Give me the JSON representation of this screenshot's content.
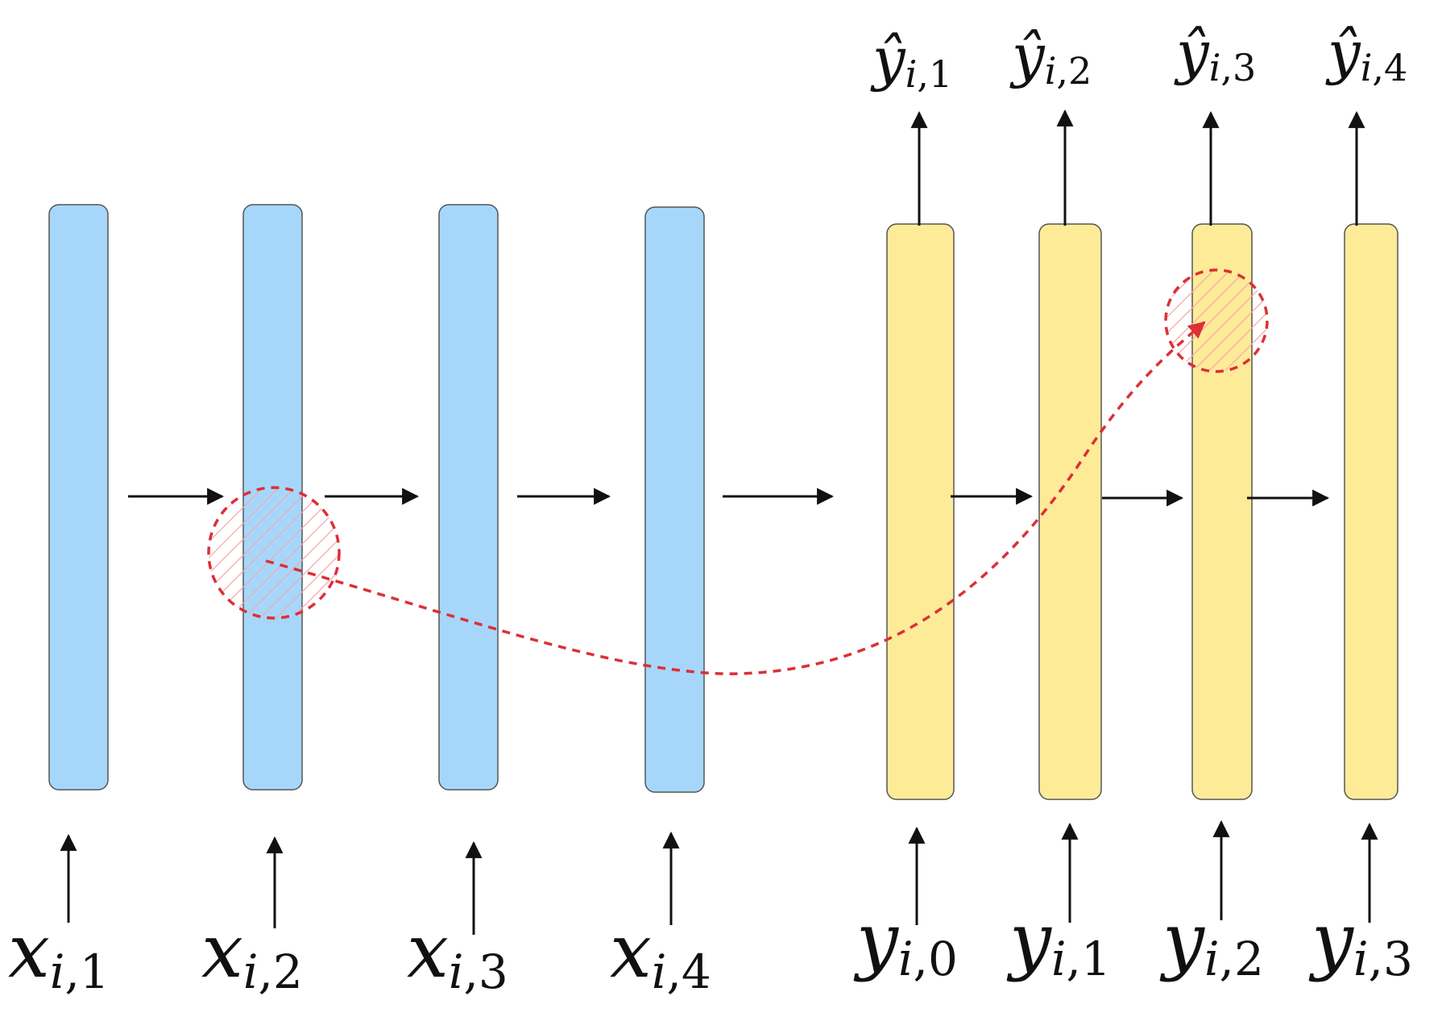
{
  "colors": {
    "encoder_fill": "#a6d7fb",
    "decoder_fill": "#fdeb98",
    "box_stroke": "#555555",
    "arrow": "#111111",
    "attention": "#dc2f36",
    "hatch": "#f3a9ad"
  },
  "encoder": {
    "inputs": [
      {
        "base": "x",
        "sub_i": "i",
        "sub_n": ",1"
      },
      {
        "base": "x",
        "sub_i": "i",
        "sub_n": ",2"
      },
      {
        "base": "x",
        "sub_i": "i",
        "sub_n": ",3"
      },
      {
        "base": "x",
        "sub_i": "i",
        "sub_n": ",4"
      }
    ]
  },
  "decoder": {
    "inputs": [
      {
        "base": "y",
        "sub_i": "i",
        "sub_n": ",0"
      },
      {
        "base": "y",
        "sub_i": "i",
        "sub_n": ",1"
      },
      {
        "base": "y",
        "sub_i": "i",
        "sub_n": ",2"
      },
      {
        "base": "y",
        "sub_i": "i",
        "sub_n": ",3"
      }
    ],
    "outputs": [
      {
        "base": "ŷ",
        "sub_i": "i",
        "sub_n": ",1"
      },
      {
        "base": "ŷ",
        "sub_i": "i",
        "sub_n": ",2"
      },
      {
        "base": "ŷ",
        "sub_i": "i",
        "sub_n": ",3"
      },
      {
        "base": "ŷ",
        "sub_i": "i",
        "sub_n": ",4"
      }
    ]
  },
  "icons": {
    "attention_source": "hatched-circle-icon",
    "attention_target": "hatched-circle-icon"
  }
}
